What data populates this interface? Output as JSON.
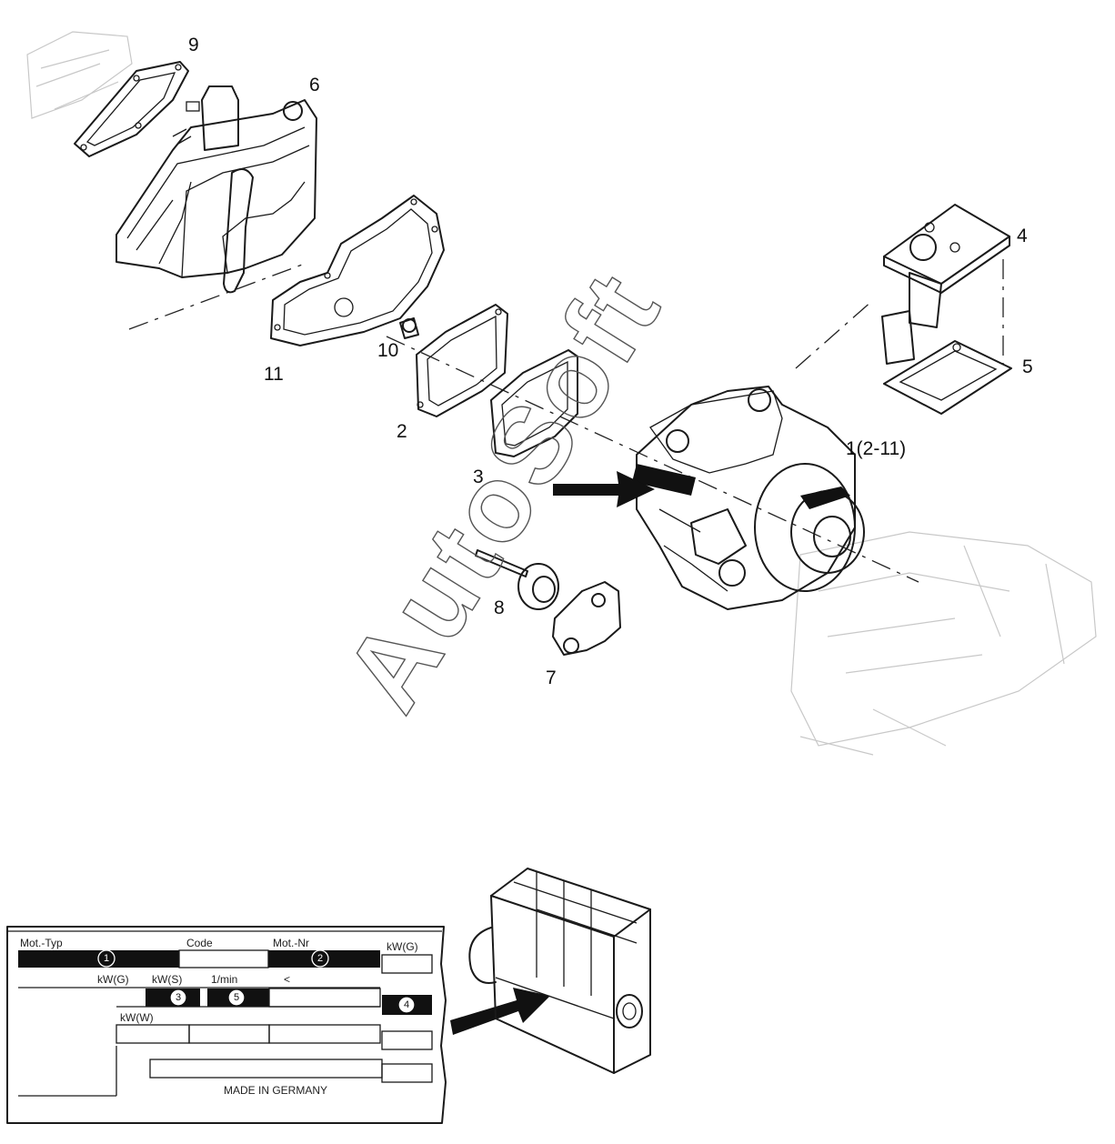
{
  "callouts": {
    "c9": "9",
    "c6": "6",
    "c4": "4",
    "c5": "5",
    "c10": "10",
    "c11": "11",
    "c2": "2",
    "c3": "3",
    "c1": "1(2-11)",
    "c8": "8",
    "c7": "7"
  },
  "watermark": "AutoSoft",
  "nameplate": {
    "mot_typ": "Mot.-Typ",
    "code": "Code",
    "mot_nr": "Mot.-Nr",
    "kw_g_top": "kW(G)",
    "kw_g": "kW(G)",
    "kw_s": "kW(S)",
    "rpm": "1/min",
    "arrow_glyph": "<",
    "kw_w": "kW(W)",
    "made_in": "MADE IN GERMANY",
    "markers": [
      "1",
      "2",
      "3",
      "4",
      "5"
    ]
  },
  "colors": {
    "line": "#1a1a1a",
    "fill_black": "#111111",
    "faint": "#c8c8c8"
  }
}
